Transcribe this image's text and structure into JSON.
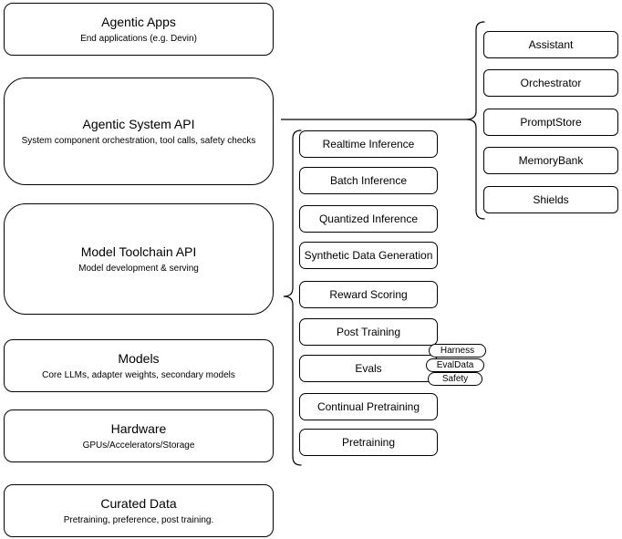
{
  "diagram": {
    "title": "Agentic system stack diagram",
    "left_stack": [
      {
        "title": "Agentic Apps",
        "subtitle": "End applications (e.g. Devin)"
      },
      {
        "title": "Agentic System API",
        "subtitle": "System component orchestration, tool calls, safety checks"
      },
      {
        "title": "Model Toolchain API",
        "subtitle": "Model development & serving"
      },
      {
        "title": "Models",
        "subtitle": "Core LLMs, adapter weights, secondary models"
      },
      {
        "title": "Hardware",
        "subtitle": "GPUs/Accelerators/Storage"
      },
      {
        "title": "Curated Data",
        "subtitle": "Pretraining, preference, post training."
      }
    ],
    "toolchain_services": [
      "Realtime Inference",
      "Batch Inference",
      "Quantized Inference",
      "Synthetic Data Generation",
      "Reward Scoring",
      "Post Training",
      "Evals",
      "Continual Pretraining",
      "Pretraining"
    ],
    "evals_tags": [
      "Harness",
      "EvalData",
      "Safety"
    ],
    "system_components": [
      "Assistant",
      "Orchestrator",
      "PromptStore",
      "MemoryBank",
      "Shields"
    ],
    "colors": {
      "stroke": "#000000",
      "fill": "#ffffff",
      "text": "#000000",
      "background": "#ffffff"
    }
  }
}
